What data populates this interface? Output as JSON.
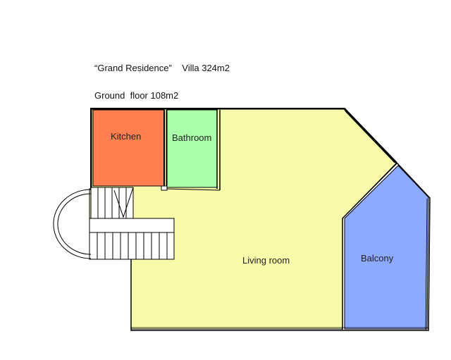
{
  "header": {
    "title": "“Grand Residence”    Villa 324m2",
    "subtitle": "Ground  floor 108m2"
  },
  "rooms": {
    "kitchen": "Kitchen",
    "bathroom": "Bathroom",
    "living": "Living room",
    "balcony": "Balcony"
  },
  "colors": {
    "kitchen": "#ff7f50",
    "bathroom": "#aaffaa",
    "living": "#f7fbaa",
    "balcony": "#8caaff",
    "wall": "#000000",
    "background": "#ffffff"
  }
}
